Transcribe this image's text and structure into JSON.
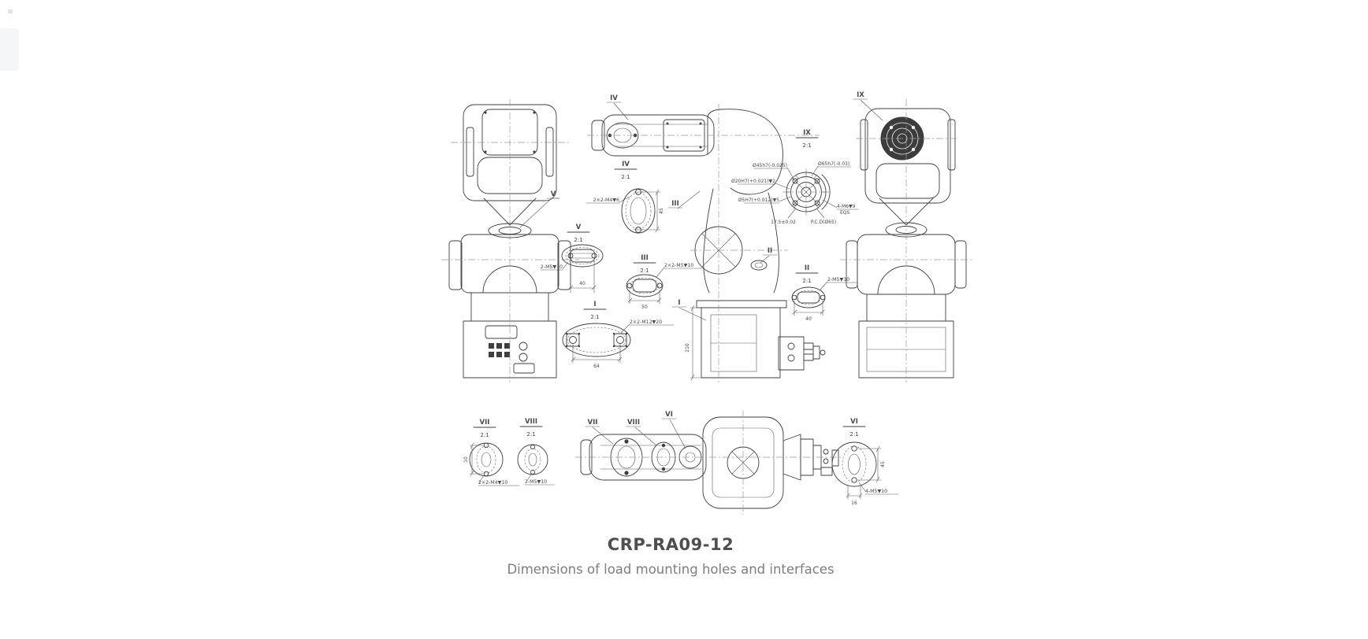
{
  "title": {
    "model": "CRP-RA09-12",
    "caption": "Dimensions of load mounting holes and interfaces"
  },
  "colors": {
    "drawing_line": "#3f3f3f",
    "annotation_text": "#4a4a4a",
    "title_text": "#4f4f4f",
    "caption_text": "#7e7e7e",
    "background": "#ffffff"
  },
  "callouts": {
    "front_v": "V",
    "side_iv": "IV",
    "side_iii": "III",
    "side_ii": "II",
    "side_i": "I",
    "rear_ix": "IX",
    "top_vii": "VII",
    "top_viii": "VIII",
    "top_vi": "VI"
  },
  "details": {
    "i": {
      "num": "I",
      "scale": "2:1",
      "thread": "2×2-M12▼20",
      "dim": "64"
    },
    "ii": {
      "num": "II",
      "scale": "2:1",
      "thread": "2-M5▼10",
      "dim": "40"
    },
    "iii": {
      "num": "III",
      "scale": "2:1",
      "thread": "2×2-M5▼10",
      "dim": "50"
    },
    "iv": {
      "num": "IV",
      "scale": "2:1",
      "thread": "2×2-M4▼6",
      "dim": "45"
    },
    "v": {
      "num": "V",
      "scale": "2:1",
      "thread": "2-M5▼10",
      "dim": "40"
    },
    "vi": {
      "num": "VI",
      "scale": "2:1",
      "thread": "4-M5▼10",
      "dim_side": "45",
      "dim_bottom": "16"
    },
    "vii": {
      "num": "VII",
      "scale": "2:1",
      "thread": "2×2-M4▼10",
      "dim": "10"
    },
    "viii": {
      "num": "VIII",
      "scale": "2:1",
      "thread": "2-M5▼10"
    },
    "ix": {
      "num": "IX",
      "scale": "2:1",
      "boss": "Ø45h7(-0.025)",
      "pilot": "Ø20H7(+0.021)▼2",
      "dowel": "Ø5H7(+0.012)▼5",
      "outer": "Ø65h7(-0.03)",
      "bolts": "4-M6▼9",
      "eqs": "EQS",
      "offset": "17.5±0.02",
      "pcd": "P.C.D(Ø65)"
    }
  },
  "dims": {
    "base_height": "210"
  }
}
